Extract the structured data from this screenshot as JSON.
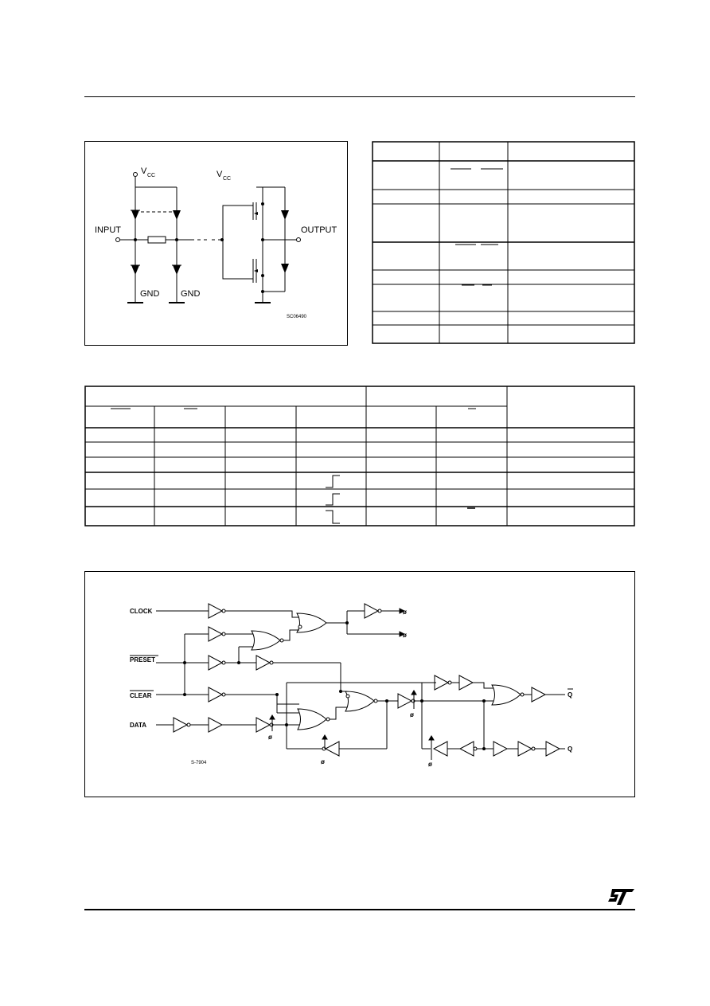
{
  "schematic": {
    "vcc_left": "V",
    "vcc_left_sub": "CC",
    "vcc_right": "V",
    "vcc_right_sub": "CC",
    "input": "INPUT",
    "output": "OUTPUT",
    "gnd1": "GND",
    "gnd2": "GND",
    "code": "SC06490"
  },
  "logic": {
    "clock": "CLOCK",
    "preset": "PRESET",
    "clear": "CLEAR",
    "data": "DATA",
    "code": "S-7904",
    "phi": "ø",
    "out_qbar": "Q",
    "out_q": "Q"
  },
  "brand": {
    "logo": "ST logo"
  }
}
